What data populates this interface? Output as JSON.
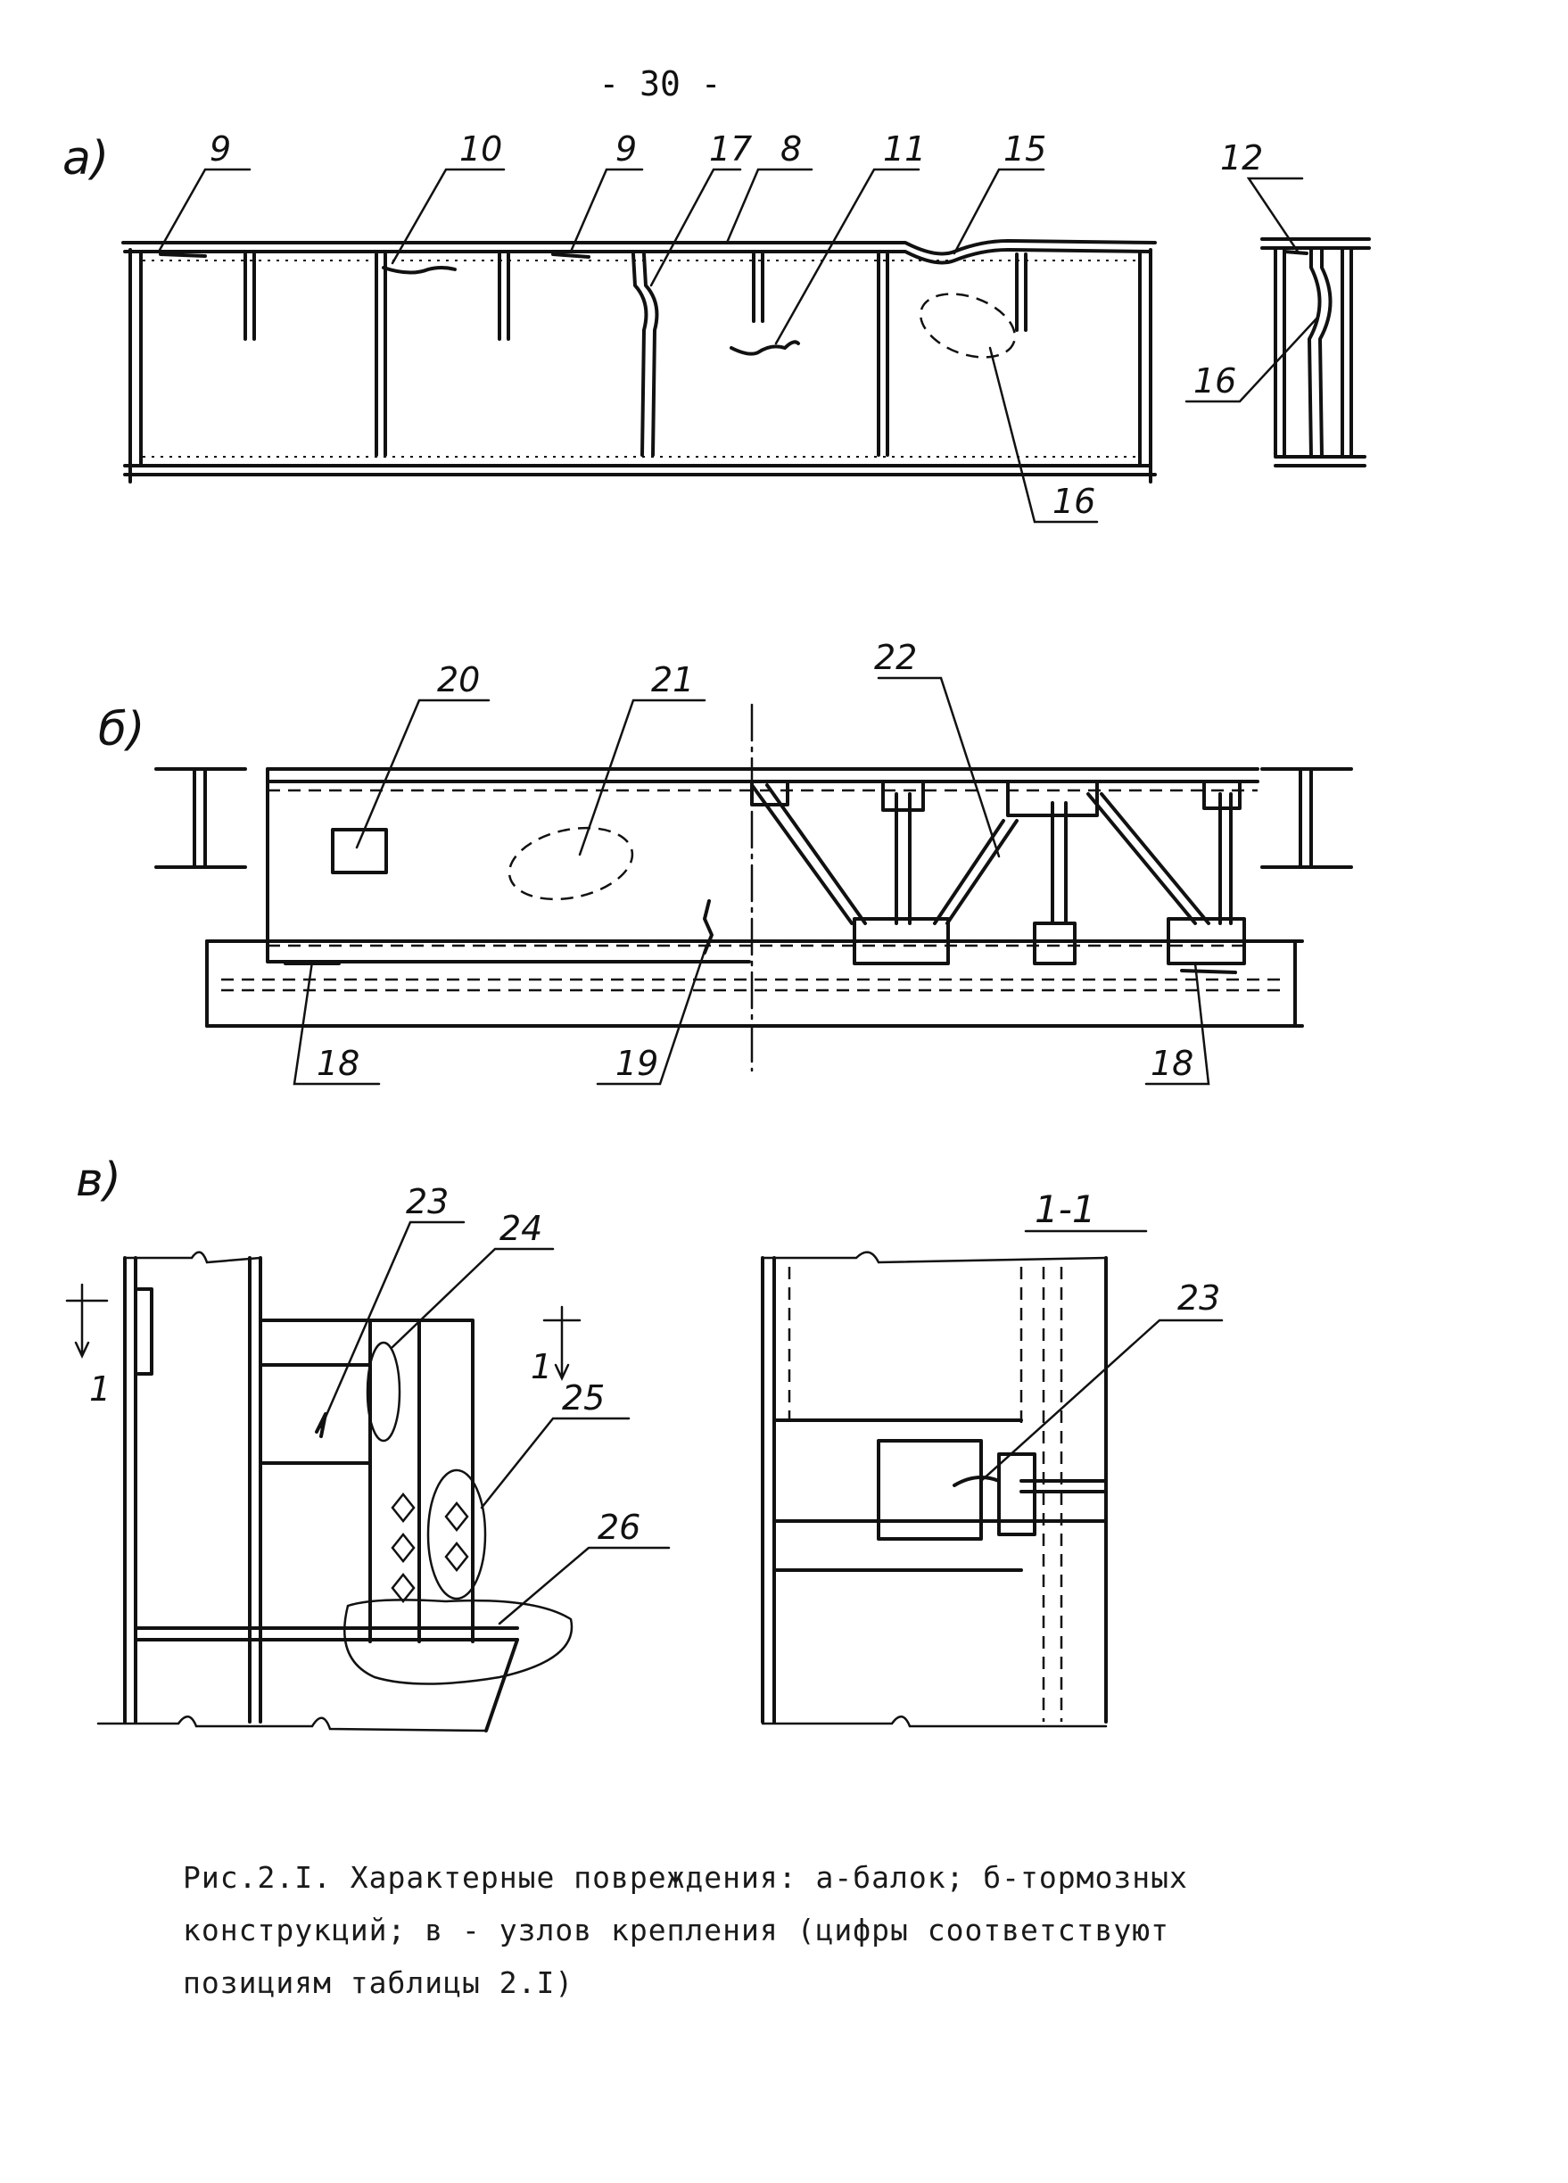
{
  "page_number": "- 30 -",
  "panels": {
    "a": {
      "letter": "а)",
      "labels": [
        "9",
        "10",
        "9",
        "17",
        "8",
        "11",
        "15",
        "12",
        "16",
        "16"
      ]
    },
    "b": {
      "letter": "б)",
      "labels": [
        "20",
        "21",
        "22",
        "18",
        "19",
        "18"
      ]
    },
    "v": {
      "letter": "в)",
      "labels": [
        "23",
        "24",
        "25",
        "26",
        "1",
        "1"
      ],
      "section_title": "1-1",
      "section_labels": [
        "23"
      ]
    }
  },
  "caption": {
    "line1": "Рис.2.I. Характерные повреждения: а-балок; б-тормозных",
    "line2": "конструкций; в - узлов крепления (цифры соответствуют",
    "line3": "позициям таблицы 2.I)"
  }
}
